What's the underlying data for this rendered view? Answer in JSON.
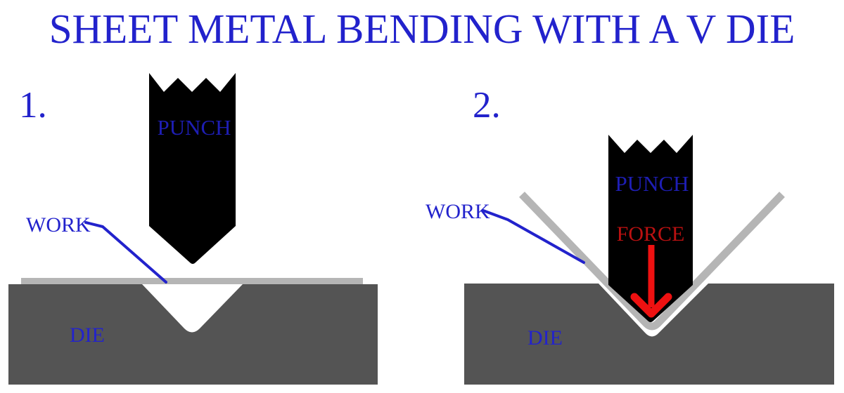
{
  "title": "SHEET METAL BENDING WITH A V DIE",
  "colors": {
    "label_blue": "#2222cc",
    "punch_label_blue": "#1e1eb4",
    "force_red": "#ee1111",
    "punch_black": "#000000",
    "die_gray": "#545454",
    "sheet_gray": "#b5b5b5"
  },
  "panels": [
    {
      "number": "1.",
      "punch": "PUNCH",
      "work": "WORK",
      "die": "DIE"
    },
    {
      "number": "2.",
      "punch": "PUNCH",
      "work": "WORK",
      "die": "DIE",
      "force": "FORCE"
    }
  ]
}
